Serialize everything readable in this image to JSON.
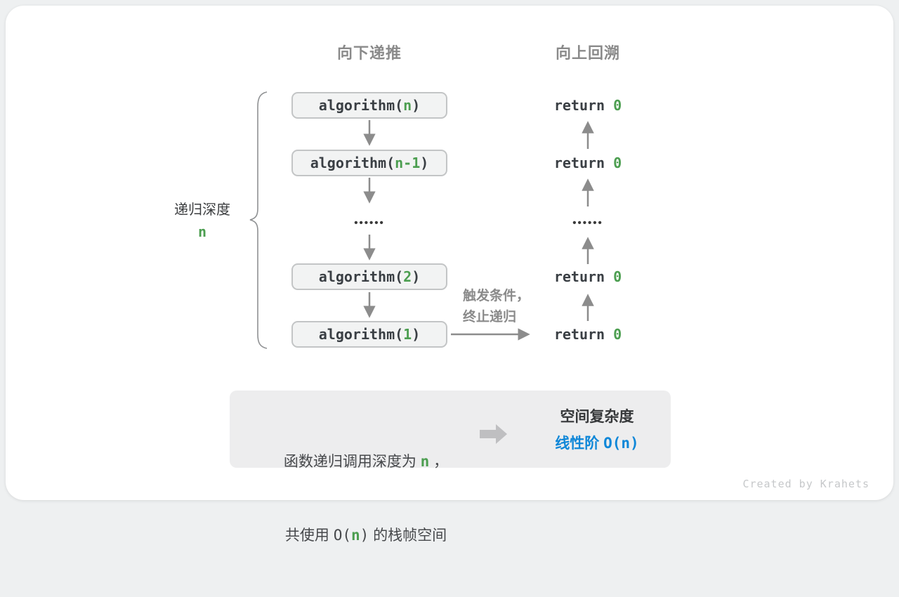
{
  "colors": {
    "green": "#4c9e50",
    "blue": "#0f87d8",
    "header_gray": "#8a8a8a",
    "code_text": "#3a3f44",
    "arrow_gray": "#8c8c8c",
    "box_bg": "#f2f3f3",
    "summary_bg": "#ededee"
  },
  "headers": {
    "downward": "向下递推",
    "upward": "向上回溯"
  },
  "depth_brace": {
    "label": "递归深度",
    "value": "n"
  },
  "recursion": {
    "calls": [
      {
        "prefix": "algorithm(",
        "arg": "n",
        "suffix": ")"
      },
      {
        "prefix": "algorithm(",
        "arg": "n-1",
        "suffix": ")"
      },
      {
        "prefix": "algorithm(",
        "arg": "2",
        "suffix": ")"
      },
      {
        "prefix": "algorithm(",
        "arg": "1",
        "suffix": ")"
      }
    ],
    "ellipsis": "••••••",
    "returns": [
      {
        "prefix": "return ",
        "value": "0"
      },
      {
        "prefix": "return ",
        "value": "0"
      },
      {
        "prefix": "return ",
        "value": "0"
      },
      {
        "prefix": "return ",
        "value": "0"
      }
    ]
  },
  "trigger": {
    "line1": "触发条件，",
    "line2": "终止递归"
  },
  "summary": {
    "line1": {
      "pre": "函数递归调用深度为 ",
      "var": "n",
      "post": " ，"
    },
    "line2": {
      "pre": "共使用 ",
      "o_open": "O(",
      "var": "n",
      "o_close": ")",
      "post": " 的栈帧空间"
    },
    "result_title": "空间复杂度",
    "result_pre": "线性阶 ",
    "result_expr": "O(n)"
  },
  "watermark": "Created by Krahets"
}
